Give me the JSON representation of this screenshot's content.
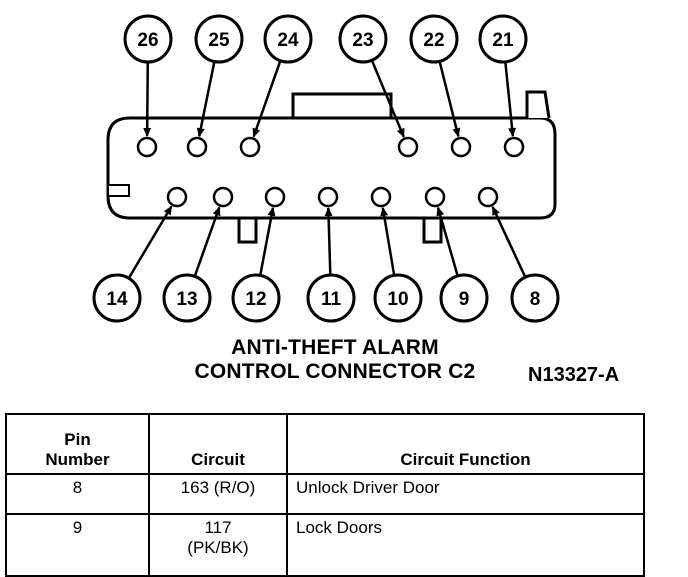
{
  "diagram": {
    "top_pins": [
      "26",
      "25",
      "24",
      "23",
      "22",
      "21"
    ],
    "bottom_pins": [
      "14",
      "13",
      "12",
      "11",
      "10",
      "9",
      "8"
    ],
    "caption_line1": "ANTI-THEFT ALARM",
    "caption_line2": "CONTROL CONNECTOR C2",
    "ref_code": "N13327-A"
  },
  "table": {
    "headers": {
      "pin_line1": "Pin",
      "pin_line2": "Number",
      "circuit": "Circuit",
      "function": "Circuit Function"
    },
    "rows": [
      {
        "pin": "8",
        "circuit_line1": "163 (R/O)",
        "circuit_line2": "",
        "function": "Unlock Driver Door"
      },
      {
        "pin": "9",
        "circuit_line1": "117",
        "circuit_line2": "(PK/BK)",
        "function": "Lock Doors"
      }
    ]
  }
}
